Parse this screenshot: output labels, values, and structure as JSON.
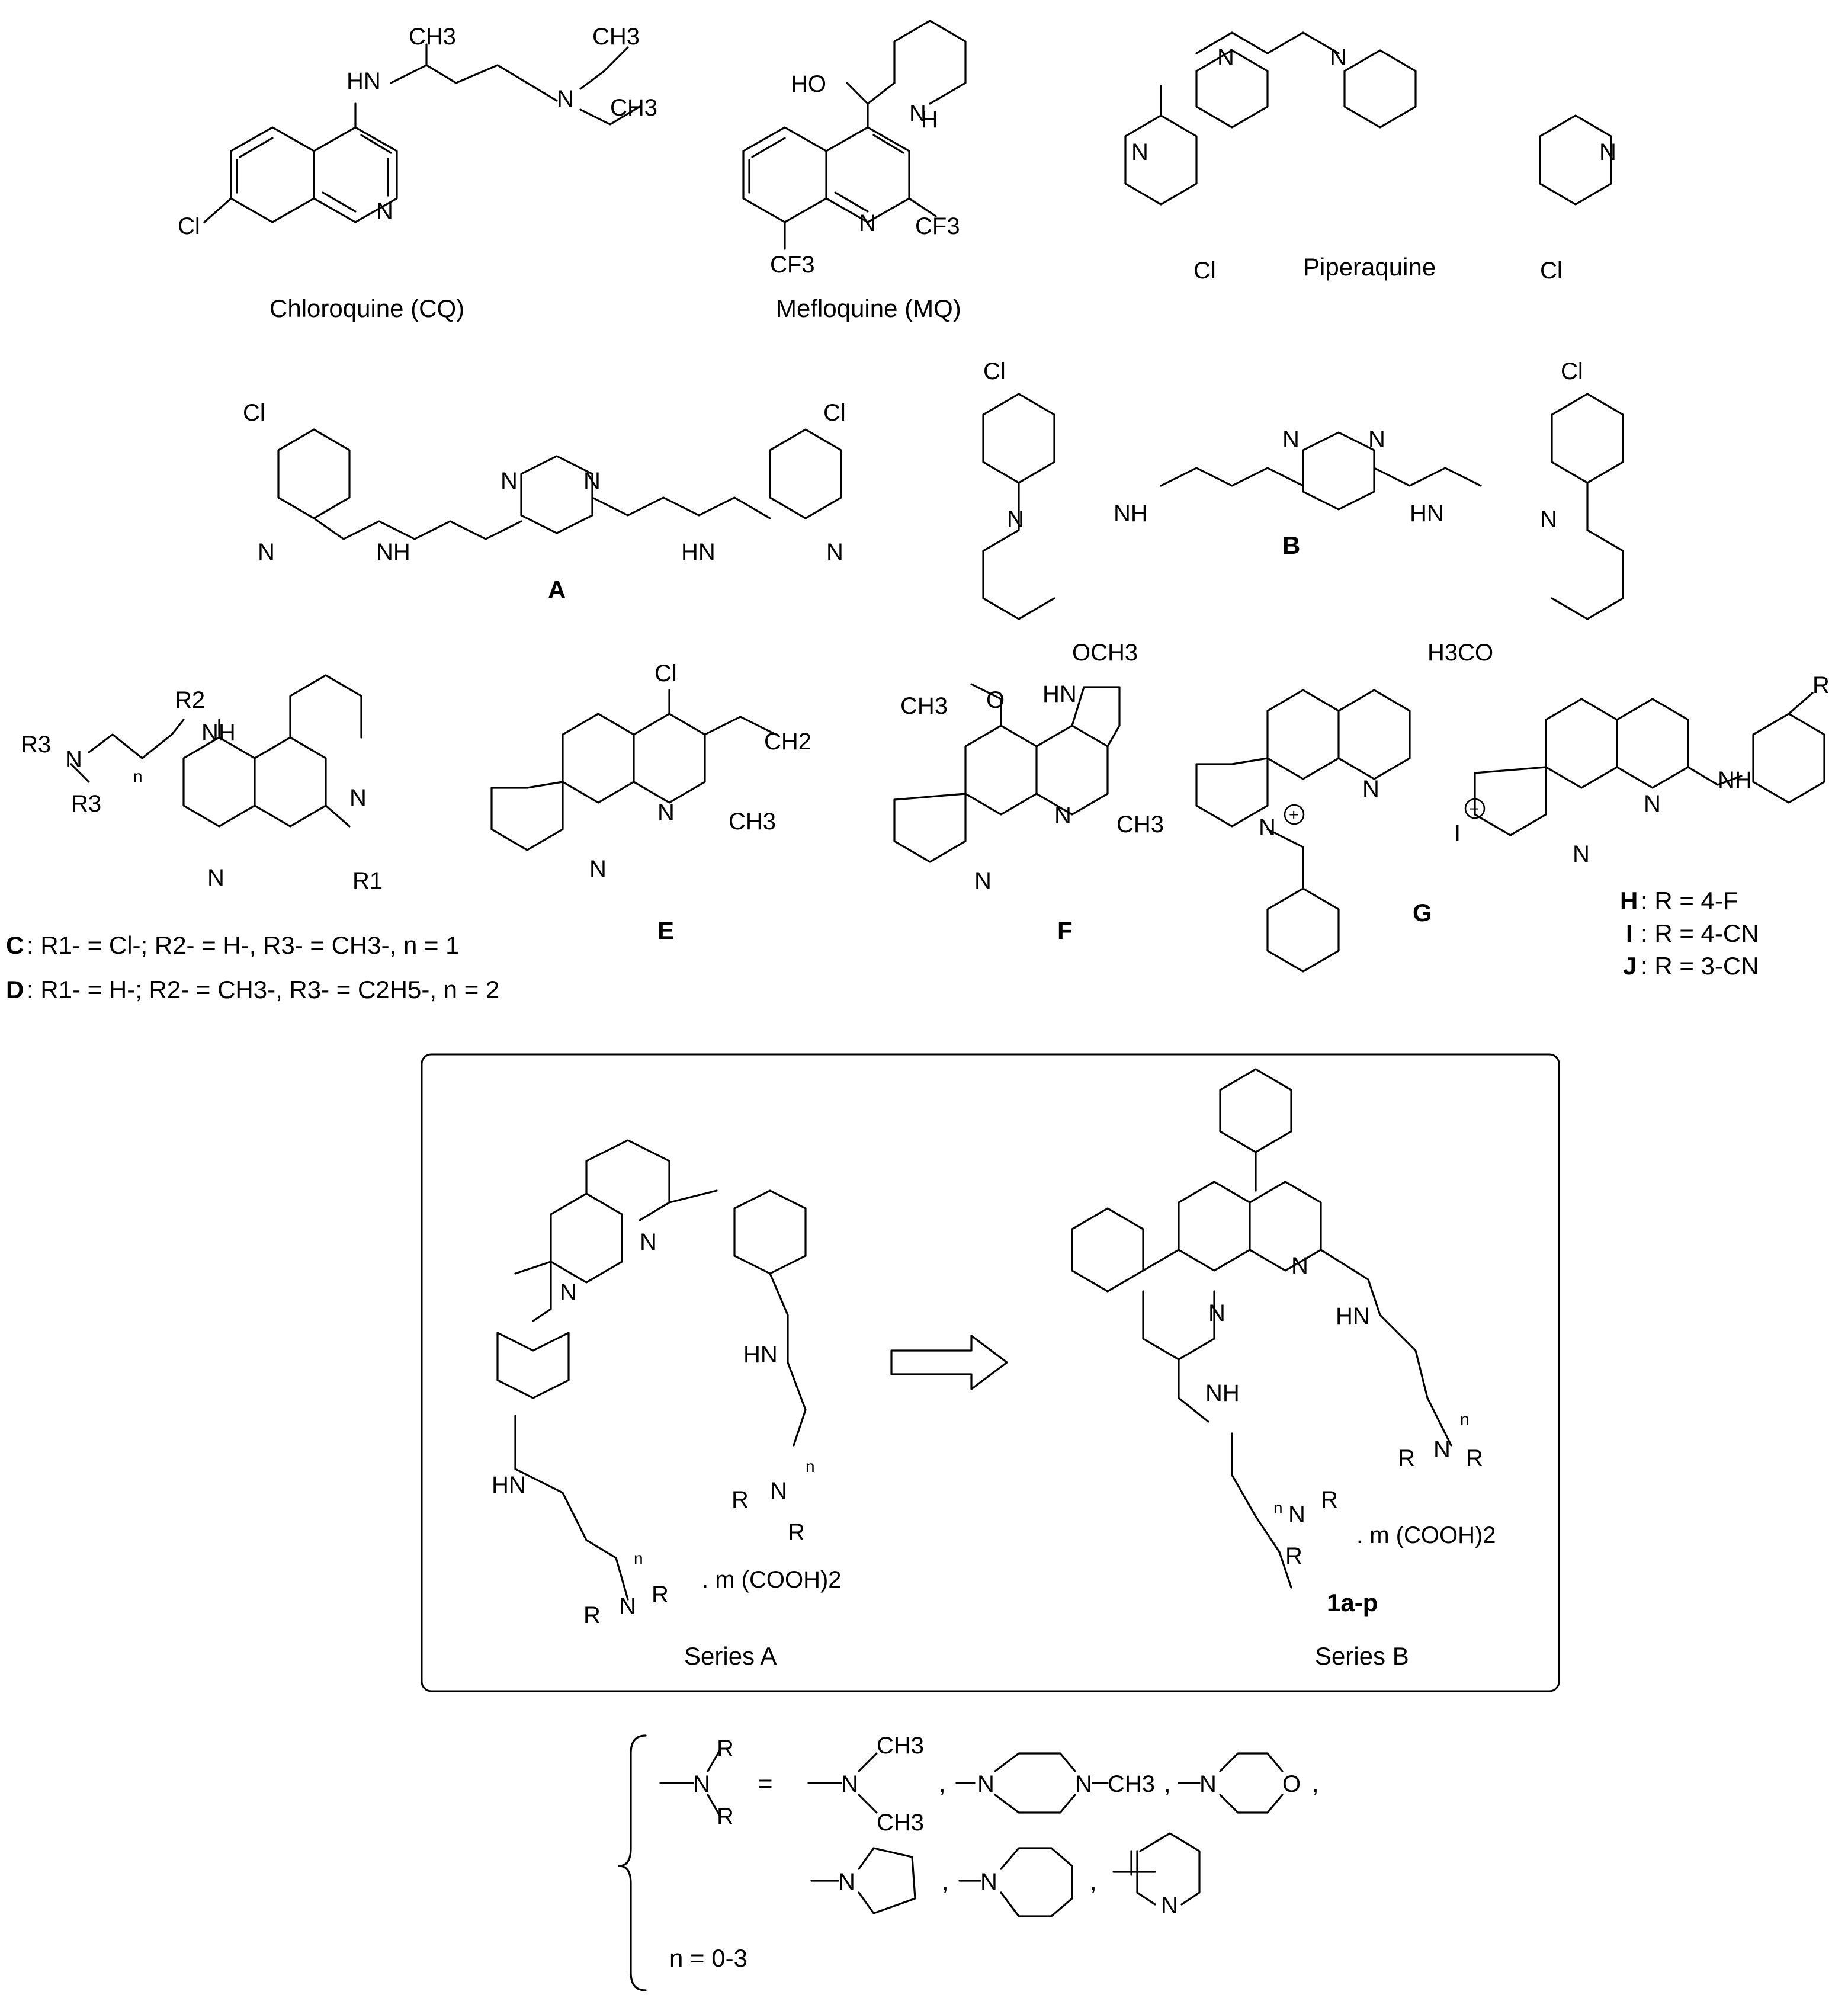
{
  "compounds": {
    "chloroquine": "Chloroquine (CQ)",
    "mefloquine": "Mefloquine (MQ)",
    "piperaquine": "Piperaquine",
    "A": "A",
    "B": "B",
    "C": "C",
    "D": "D",
    "E": "E",
    "F": "F",
    "G": "G",
    "H": "H",
    "I": "I",
    "J": "J"
  },
  "definitions": {
    "C_def": ": R1- = Cl-; R2- = H-, R3- = CH3-, n = 1",
    "D_def": ": R1- = H-; R2- = CH3-, R3- = C2H5-, n = 2",
    "H_def": ": R = 4-F",
    "I_def": ": R = 4-CN",
    "J_def": ": R = 3-CN"
  },
  "atoms": {
    "cl": "Cl",
    "n": "N",
    "hn": "HN",
    "nh": "NH",
    "ho": "HO",
    "h": "H",
    "ch3": "CH3",
    "cf3": "CF3",
    "och3": "OCH3",
    "h3co": "H3CO",
    "ch2": "CH2",
    "r": "R",
    "r1": "R1",
    "r2": "R2",
    "r3": "R3",
    "o": "O",
    "i_ion": "I",
    "n_sub": "n",
    "plus": "+",
    "minus": "−"
  },
  "box": {
    "series_a": "Series A",
    "series_b": "Series B",
    "salt": ". m (COOH)2",
    "product": "1a-p"
  },
  "legend": {
    "equals": "=",
    "comma": ",",
    "n_range": "n = 0-3"
  }
}
